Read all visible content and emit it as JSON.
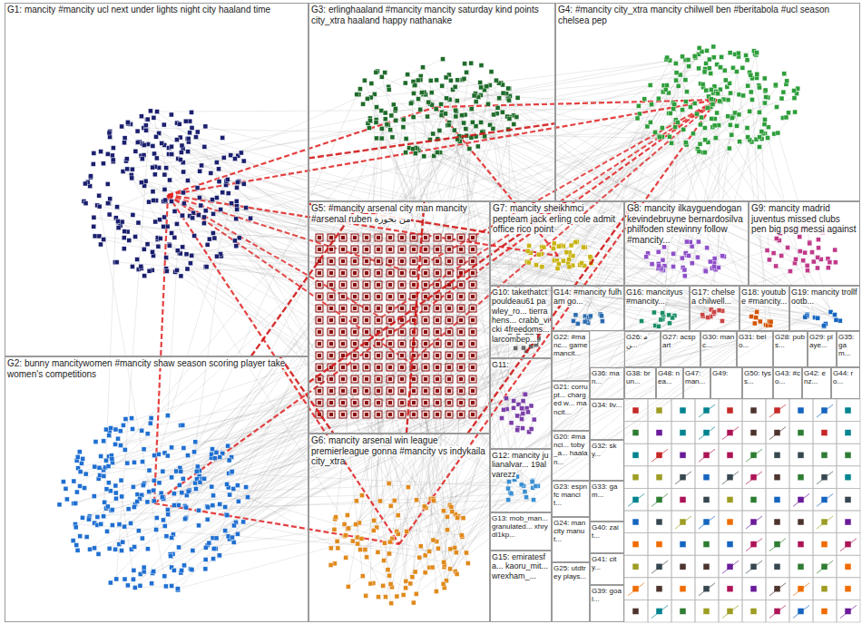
{
  "diagram": {
    "nodes": [
      {
        "text": [
          "G1: mancity #mancity ucl next under lights night city haaland time"
        ]
      },
      {
        "text": [
          "G3: erlinghaaland #mancity mancity saturday kind points city_xtra haaland happy nathanake"
        ]
      },
      {
        "text": [
          "G4: #mancity city_xtra mancity chilwell ben #beritabola #ucl season chelsea pep"
        ]
      },
      {
        "text": [
          "G5: #mancity arsenal city man mancity #arsenal ruben من بحوزة"
        ]
      },
      {
        "text": [
          "G7: mancity sheikhmci pepteam jack erling cole admit office rico point"
        ]
      },
      {
        "text": [
          "G8: mancity ilkayguendogan kevindebruyne bernardosilva philfoden stewinny follow #mancity..."
        ]
      },
      {
        "text": [
          "G9: mancity madrid juventus missed clubs pen big psg messi against"
        ]
      },
      {
        "text": [
          "G2: bunny mancitywomen #mancity shaw season scoring player take women's competitions"
        ]
      },
      {
        "text": [
          "G6: mancity arsenal win league premierleague gonna #mancity vs indykaila city_xtra"
        ]
      },
      {
        "text": [
          "G10: takethatct pouldeau61 pawley_ro... tierrahens... crabb_vicki 4freedoms... larcombep..."
        ]
      },
      {
        "text": [
          "G14: #mancity fulham go..."
        ]
      },
      {
        "text": [
          "G16: mancityus #mancity..."
        ]
      },
      {
        "text": [
          "G17: chelsea chilwell..."
        ]
      },
      {
        "text": [
          "G18: youtube #mancity..."
        ]
      },
      {
        "text": [
          "G19: mancity trollfootb..."
        ]
      },
      {
        "text": [
          "G11:"
        ]
      },
      {
        "text": [
          "G12: mancity julianalvar... 19alvarezz"
        ]
      },
      {
        "text": [
          "G13: mob_man... granulated... xhrydl1kp..."
        ]
      },
      {
        "text": [
          "G15: emiratesfa... kaoru_mit... wrexham_..."
        ]
      },
      {
        "text": [
          "G22: #manc... game mancit..."
        ]
      },
      {
        "text": [
          "G21: corrupt... charged w... mancit..."
        ]
      },
      {
        "text": [
          "G20: #manci... toby_a... haalan..."
        ]
      },
      {
        "text": [
          "G23: espnfc mancit..."
        ]
      },
      {
        "text": [
          "G24: mancity manut..."
        ]
      },
      {
        "text": [
          "G25: utdtrey plays..."
        ]
      },
      {
        "text": [
          "G26: من..."
        ]
      },
      {
        "text": [
          "G27: acspart"
        ]
      },
      {
        "text": [
          "G30: manc..."
        ]
      },
      {
        "text": [
          "G31: belo..."
        ]
      },
      {
        "text": [
          "G28: pubs..."
        ]
      },
      {
        "text": [
          "G29: playe..."
        ]
      },
      {
        "text": [
          "G35: gam..."
        ]
      },
      {
        "text": [
          "G36: man..."
        ]
      },
      {
        "text": [
          "G38: brun..."
        ]
      },
      {
        "text": [
          "G48: nea..."
        ]
      },
      {
        "text": [
          "G47: man..."
        ]
      },
      {
        "text": [
          "G49:"
        ]
      },
      {
        "text": [
          "G50: tyss..."
        ]
      },
      {
        "text": [
          "G43: #co..."
        ]
      },
      {
        "text": [
          "G42: enz..."
        ]
      },
      {
        "text": [
          "G44: ro..."
        ]
      },
      {
        "text": [
          "G34: liv..."
        ]
      },
      {
        "text": [
          "G32: sky..."
        ]
      },
      {
        "text": [
          "G33: gam..."
        ]
      },
      {
        "text": [
          "G40: zait..."
        ]
      },
      {
        "text": [
          "G41: city..."
        ]
      },
      {
        "text": [
          "G39: goal..."
        ]
      }
    ],
    "edges": [
      {
        "from": 0,
        "to": 2,
        "arrow": "none"
      },
      {
        "from": 7,
        "to": 1,
        "arrow": "none"
      },
      {
        "from": 7,
        "to": 2,
        "arrow": "none"
      },
      {
        "from": 1,
        "to": 8,
        "arrow": "none"
      },
      {
        "from": 0,
        "to": 8,
        "arrow": "none"
      },
      {
        "from": 8,
        "to": 2,
        "arrow": "none"
      },
      {
        "from": 0,
        "to": 4,
        "arrow": "none"
      }
    ]
  }
}
